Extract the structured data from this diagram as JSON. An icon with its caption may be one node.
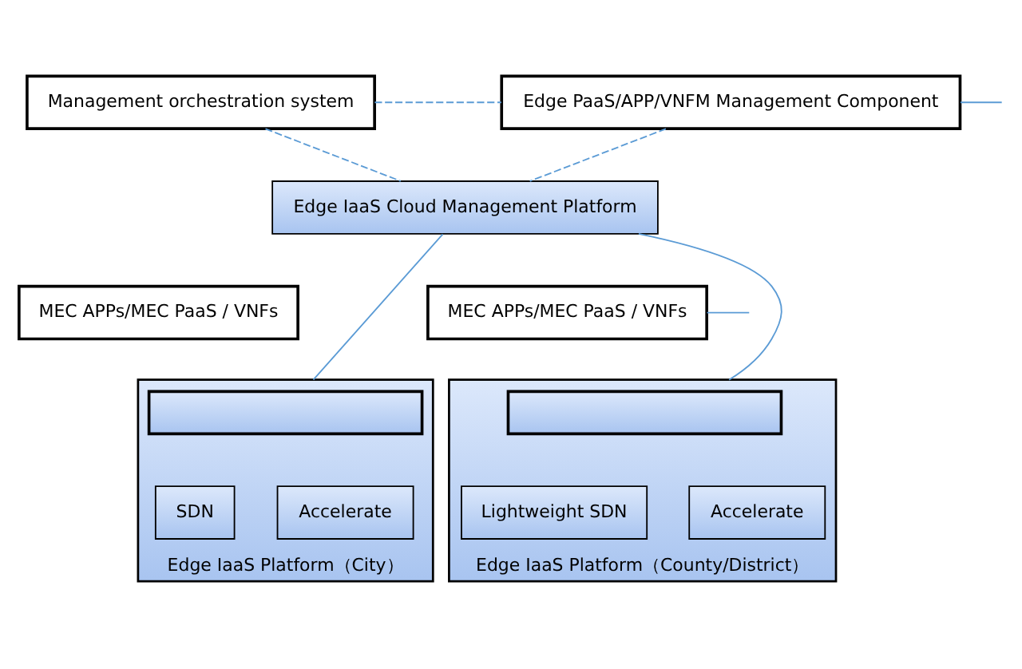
{
  "diagram": {
    "nodes": [
      {
        "text": [
          "Management orchestration system"
        ]
      },
      {
        "text": [
          "Edge PaaS/APP/VNFM Management Component"
        ]
      },
      {
        "text": [
          "Edge IaaS Cloud Management Platform"
        ]
      },
      {
        "text": [
          "MEC APPs/MEC PaaS / VNFs"
        ]
      },
      {
        "text": [
          "Edge IaaS Platform（City）"
        ]
      },
      {
        "text": [],
        "shape": "box",
        "in": 4
      },
      {
        "text": [
          "SDN"
        ],
        "in": 4
      },
      {
        "text": [
          "Accelerate"
        ],
        "in": 4
      },
      {
        "text": [
          "MEC APPs/MEC PaaS / VNFs"
        ]
      },
      {
        "text": [
          "Edge IaaS Platform（County/District）"
        ]
      },
      {
        "text": [],
        "shape": "box",
        "in": 9
      },
      {
        "text": [
          "Lightweight SDN"
        ],
        "in": 9
      },
      {
        "text": [
          "Accelerate"
        ],
        "in": 9
      }
    ],
    "edges": [
      {
        "from": 0,
        "to": 1,
        "arrow": "none",
        "style": "dashed"
      },
      {
        "from": 1,
        "to": null,
        "arrow": "none"
      },
      {
        "from": 0,
        "to": 2,
        "arrow": "none",
        "style": "dashed"
      },
      {
        "from": 1,
        "to": 2,
        "arrow": "none",
        "style": "dashed"
      },
      {
        "from": 2,
        "to": 4,
        "arrow": "none"
      },
      {
        "from": 2,
        "to": 9,
        "arrow": "none"
      },
      {
        "from": 8,
        "to": null,
        "arrow": "none"
      }
    ]
  }
}
